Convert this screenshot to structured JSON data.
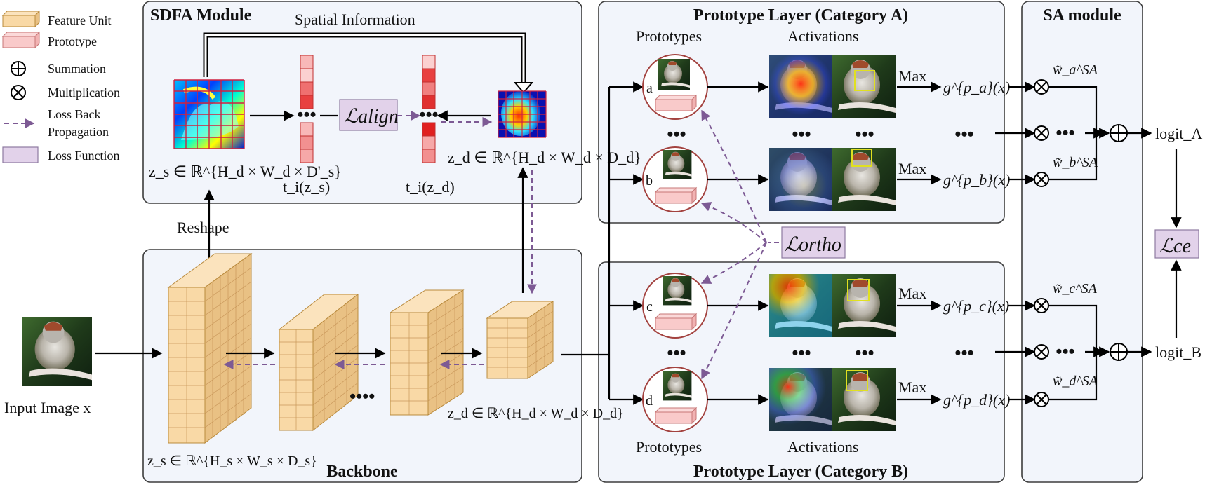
{
  "legend": {
    "feature_unit": "Feature Unit",
    "prototype": "Prototype",
    "summation": "Summation",
    "multiplication": "Multiplication",
    "loss_back_line1": "Loss Back",
    "loss_back_line2": "Propagation",
    "loss_function": "Loss Function"
  },
  "sdfa": {
    "title": "SDFA Module",
    "spatial_info": "Spatial Information",
    "zs_sdfa": "z_s ∈ ℝ^{H_d × W_d × D'_s}",
    "ti_zs": "t_i(z_s)",
    "ti_zd": "t_i(z_d)",
    "zd_sdfa": "z_d ∈ ℝ^{H_d × W_d × D_d}",
    "loss_align": "ℒalign"
  },
  "backbone": {
    "title": "Backbone",
    "reshape": "Reshape",
    "input_label": "Input Image x",
    "zs_label": "z_s ∈ ℝ^{H_s × W_s × D_s}",
    "zd_label": "z_d ∈ ℝ^{H_d × W_d × D_d}",
    "dots": "••••"
  },
  "proto_a": {
    "title": "Prototype Layer (Category A)",
    "prototypes": "Prototypes",
    "activations": "Activations",
    "labels": [
      "a",
      "b"
    ],
    "max": "Max",
    "g_a": "g^{p_a}(x)",
    "g_b": "g^{p_b}(x)"
  },
  "proto_b": {
    "title": "Prototype Layer (Category B)",
    "prototypes": "Prototypes",
    "activations": "Activations",
    "labels": [
      "c",
      "d"
    ],
    "max": "Max",
    "g_c": "g^{p_c}(x)",
    "g_d": "g^{p_d}(x)"
  },
  "loss_ortho": "ℒortho",
  "sa": {
    "title": "SA module",
    "w_a": "w̃_a^SA",
    "w_b": "w̃_b^SA",
    "w_c": "w̃_c^SA",
    "w_d": "w̃_d^SA",
    "logit_a": "logit_A",
    "logit_b": "logit_B",
    "loss_ce": "ℒce"
  },
  "colors": {
    "panel_fill": "#f2f5fb",
    "feature_unit": "#f9d9a6",
    "prototype": "#f9caca",
    "loss_function": "#e2d2ea",
    "loss_back_arrow": "#7d5a94",
    "proto_circle": "#a3423f"
  }
}
